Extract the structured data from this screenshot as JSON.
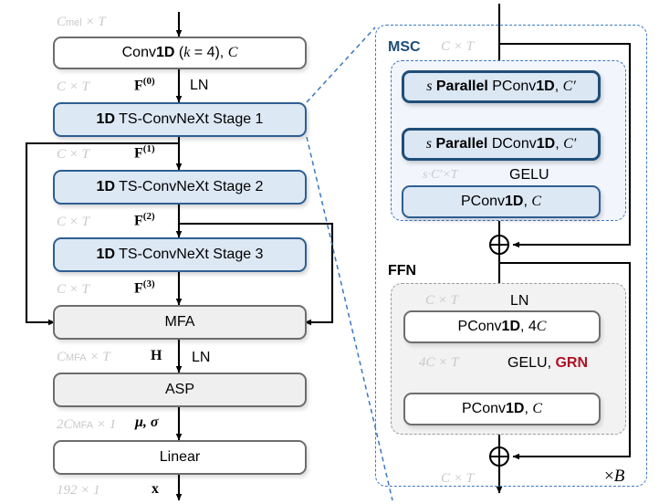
{
  "diagram": {
    "title": "1D TS-ConvNeXt speaker embedding network",
    "colors": {
      "blue_fill": "#dde8f5",
      "blue_border": "#2e5f92",
      "deep_blue_border": "#1f4e79",
      "gray_fill": "#efefef",
      "gray_border": "#6d6d6d",
      "dim_text": "#c9c9c9",
      "grn_red": "#b01124",
      "callout_blue": "#3b77c4"
    }
  },
  "left_column": {
    "blocks": [
      {
        "id": "conv1d",
        "label": "Conv1D (k = 4), C",
        "style": "white"
      },
      {
        "id": "stage1",
        "label": "1D TS-ConvNeXt Stage 1",
        "style": "blue"
      },
      {
        "id": "stage2",
        "label": "1D TS-ConvNeXt Stage 2",
        "style": "blue"
      },
      {
        "id": "stage3",
        "label": "1D TS-ConvNeXt Stage 3",
        "style": "blue"
      },
      {
        "id": "mfa",
        "label": "MFA",
        "style": "gray"
      },
      {
        "id": "asp",
        "label": "ASP",
        "style": "gray"
      },
      {
        "id": "linear",
        "label": "Linear",
        "style": "white"
      }
    ],
    "dims": [
      {
        "id": "d_mel",
        "text": "Cmel × T"
      },
      {
        "id": "d_ct0",
        "text": "C × T"
      },
      {
        "id": "d_ct1",
        "text": "C × T"
      },
      {
        "id": "d_ct2",
        "text": "C × T"
      },
      {
        "id": "d_ct3",
        "text": "C × T"
      },
      {
        "id": "d_mfa",
        "text": "CMFA × T"
      },
      {
        "id": "d_asp",
        "text": "2CMFA × 1"
      },
      {
        "id": "d_out",
        "text": "192 × 1"
      }
    ],
    "signals": [
      {
        "id": "f0",
        "text": "F(0)"
      },
      {
        "id": "f1",
        "text": "F(1)"
      },
      {
        "id": "f2",
        "text": "F(2)"
      },
      {
        "id": "f3",
        "text": "F(3)"
      },
      {
        "id": "h",
        "text": "H"
      },
      {
        "id": "mu_sigma",
        "text": "μ, σ"
      },
      {
        "id": "x",
        "text": "x"
      }
    ],
    "ops": [
      {
        "id": "ln_after_conv",
        "text": "LN"
      },
      {
        "id": "ln_after_mfa",
        "text": "LN"
      }
    ]
  },
  "right_column": {
    "outer_label": "×B",
    "msc": {
      "title": "MSC",
      "input_dim": "C × T",
      "blocks": [
        {
          "id": "pconv_par",
          "label": "s Parallel PConv1D, C′"
        },
        {
          "id": "dconv_par",
          "label": "s Parallel DConv1D, C′"
        },
        {
          "id": "pconv_out",
          "label": "PConv1D, C"
        }
      ],
      "mid_dim": "s·C′×T",
      "mid_op": "GELU"
    },
    "ffn": {
      "title": "FFN",
      "input_dim": "C × T",
      "input_op": "LN",
      "blocks": [
        {
          "id": "ffn_expand",
          "label": "PConv1D, 4C"
        },
        {
          "id": "ffn_project",
          "label": "PConv1D, C"
        }
      ],
      "mid_dim": "4C × T",
      "mid_op_plain": "GELU,",
      "mid_op_accent": "GRN",
      "output_dim": "C × T"
    },
    "adders": [
      {
        "id": "msc-residual-add",
        "symbol": "⊕"
      },
      {
        "id": "ffn-residual-add",
        "symbol": "⊕"
      }
    ]
  }
}
